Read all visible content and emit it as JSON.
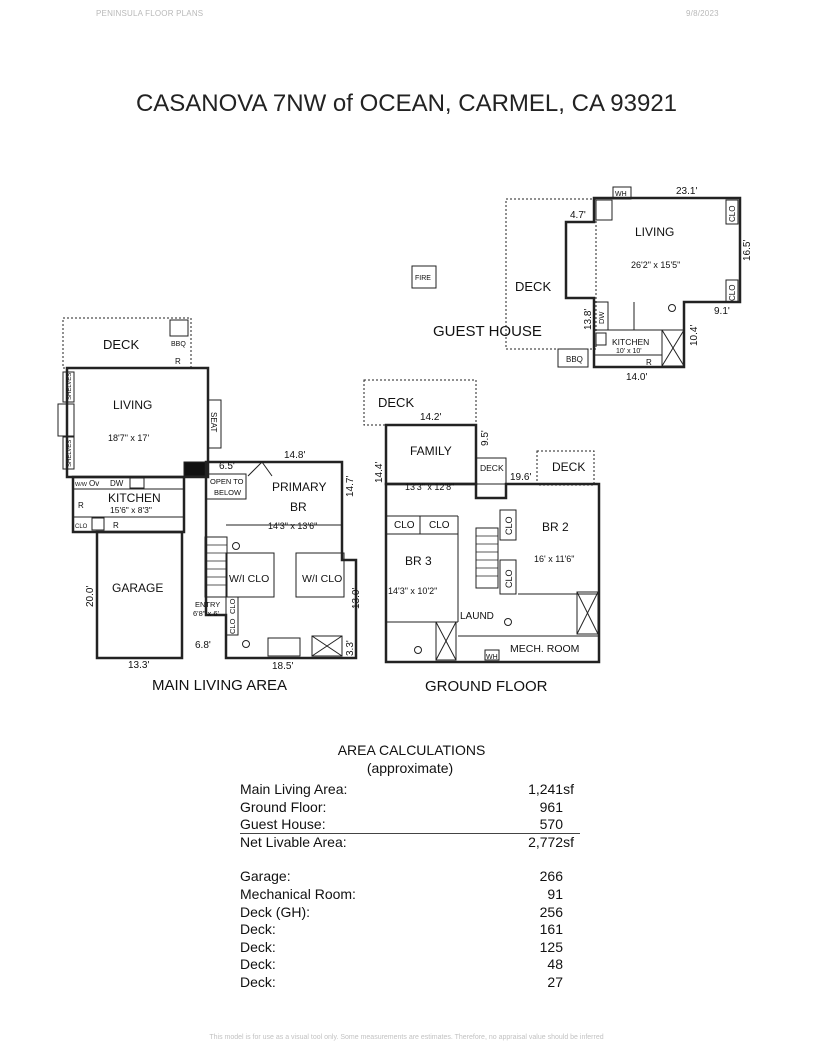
{
  "header": {
    "company": "PENINSULA FLOOR PLANS",
    "date": "9/8/2023"
  },
  "title": "CASANOVA 7NW of OCEAN, CARMEL, CA 93921",
  "main_living": {
    "caption": "MAIN LIVING AREA",
    "deck": "DECK",
    "bbq": "BBQ",
    "r_deck": "R",
    "living": "LIVING",
    "living_dims": "18'7\" x 17'",
    "shelves_top": "SHELVES",
    "shelves_bottom": "SHELVES",
    "seat": "SEAT",
    "dim_65": "6.5'",
    "open_to": "OPEN TO",
    "below": "BELOW",
    "dim_148": "14.8'",
    "primary": "PRIMARY",
    "br": "BR",
    "primary_dims": "14'3\" x 13'6\"",
    "dim_147": "14.7'",
    "kitchen": "KITCHEN",
    "kitchen_dims": "15'6\" x 8'3\"",
    "wkr": "W/W",
    "ov": "Ov",
    "dw": "DW",
    "r1": "R",
    "clo_small": "CLO",
    "r2": "R",
    "garage": "GARAGE",
    "dim_200": "20.0'",
    "dim_133": "13.3'",
    "wic1": "W/I CLO",
    "wic2": "W/I CLO",
    "dim_130": "13.0'",
    "entry": "ENTRY",
    "entry_dims": "6'8\" x 6'",
    "clo1": "CLO",
    "clo2": "CLO",
    "dim_68": "6.8'",
    "dim_185": "18.5'",
    "dim_33": "3.3'"
  },
  "ground_floor": {
    "caption": "GROUND FLOOR",
    "deck": "DECK",
    "dim_142": "14.2'",
    "family": "FAMILY",
    "family_dims": "13'3\" x 12'8\"",
    "dim_95": "9.5'",
    "dim_144": "14.4'",
    "deck_small": "DECK",
    "dim_196": "19.6'",
    "deck_right": "DECK",
    "clo1": "CLO",
    "clo2": "CLO",
    "clo3": "CLO",
    "clo4": "CLO",
    "br3": "BR 3",
    "br3_dims": "14'3\" x 10'2\"",
    "br2": "BR 2",
    "br2_dims": "16' x 11'6\"",
    "laund": "LAUND",
    "wh": "WH",
    "mech": "MECH. ROOM"
  },
  "guest_house": {
    "caption": "GUEST HOUSE",
    "fire": "FIRE",
    "wh": "WH",
    "dim_231": "23.1'",
    "dim_47": "4.7'",
    "living": "LIVING",
    "living_dims": "26'2\" x 15'5\"",
    "dim_165": "16.5'",
    "clo1": "CLO",
    "clo2": "CLO",
    "deck": "DECK",
    "dim_91": "9.1'",
    "dim_138": "13.8'",
    "dw": "DW",
    "kitchen": "KITCHEN",
    "kitchen_dims": "10' x 10'",
    "r": "R",
    "dim_104": "10.4'",
    "bbq": "BBQ",
    "dim_140": "14.0'"
  },
  "area_calculations": {
    "title": "AREA CALCULATIONS",
    "subtitle": "(approximate)",
    "rows": [
      {
        "label": "Main Living Area:",
        "value": "1,241sf"
      },
      {
        "label": "Ground Floor:",
        "value": "961"
      },
      {
        "label": "Guest House:",
        "value": "570"
      },
      {
        "label": "Net Livable Area:",
        "value": "2,772sf"
      },
      {
        "label": "Garage:",
        "value": "266"
      },
      {
        "label": "Mechanical Room:",
        "value": "91"
      },
      {
        "label": "Deck (GH):",
        "value": "256"
      },
      {
        "label": "Deck:",
        "value": "161"
      },
      {
        "label": "Deck:",
        "value": "125"
      },
      {
        "label": "Deck:",
        "value": "48"
      },
      {
        "label": "Deck:",
        "value": "27"
      }
    ]
  },
  "footer": "This model is for use as a visual tool only. Some measurements are estimates. Therefore, no appraisal value should be inferred"
}
